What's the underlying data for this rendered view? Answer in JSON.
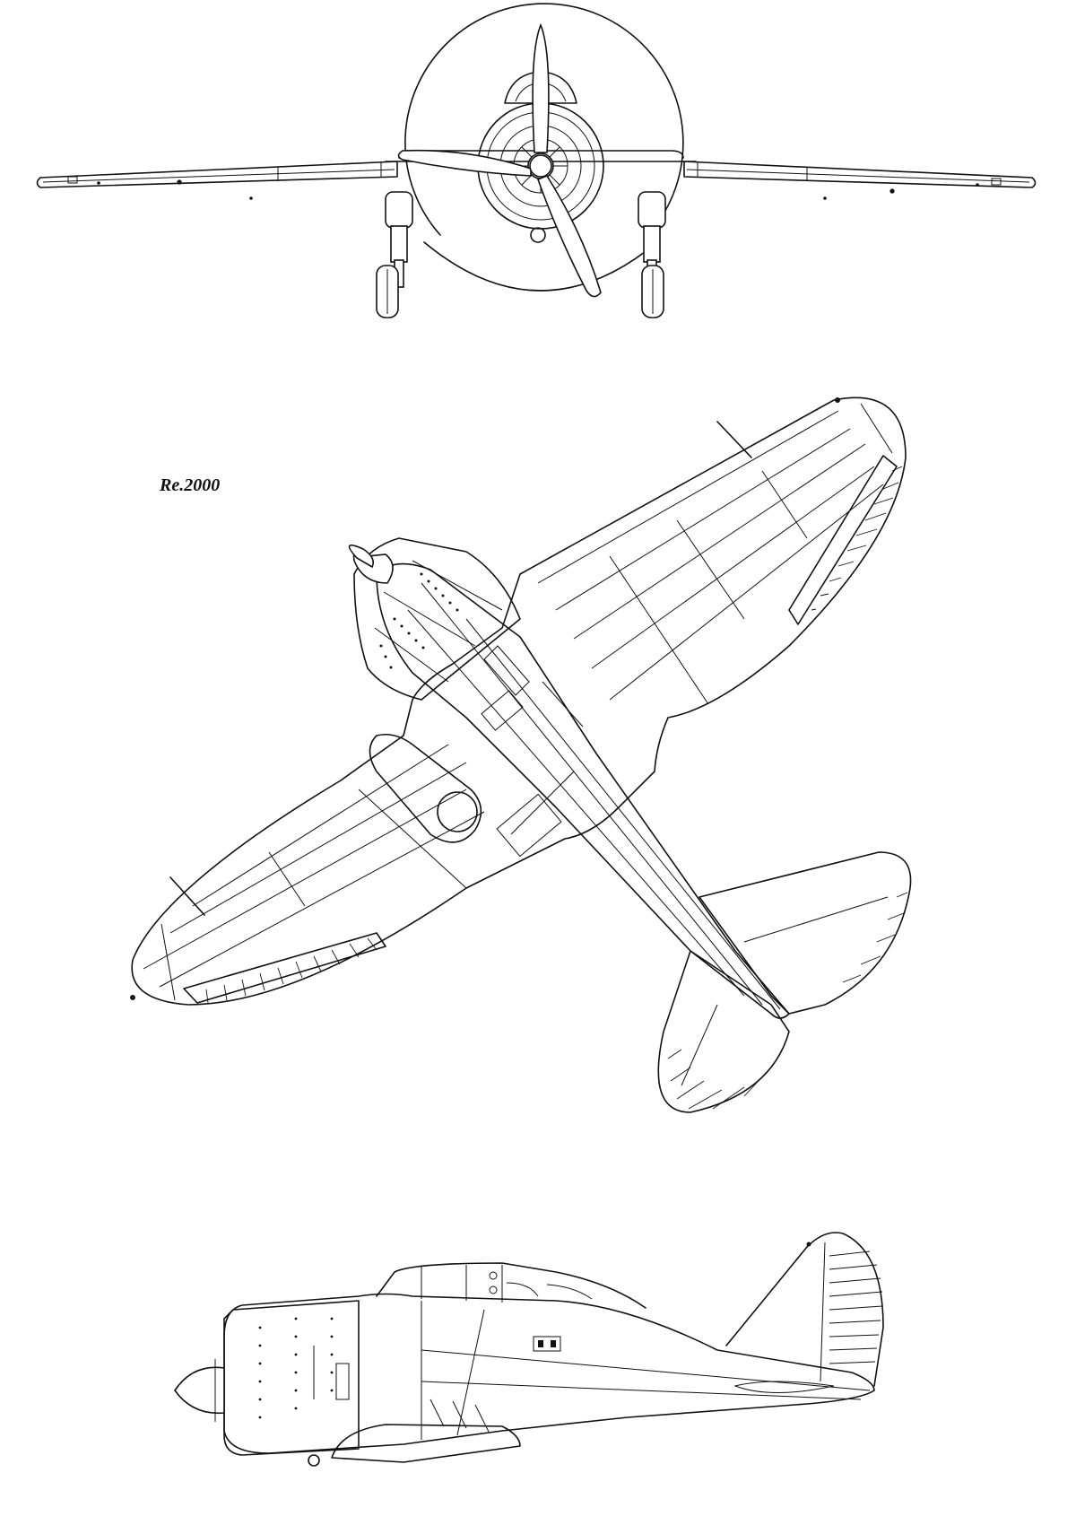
{
  "aircraft": {
    "label": "Re.2000"
  },
  "views": [
    "front",
    "plan",
    "side"
  ]
}
